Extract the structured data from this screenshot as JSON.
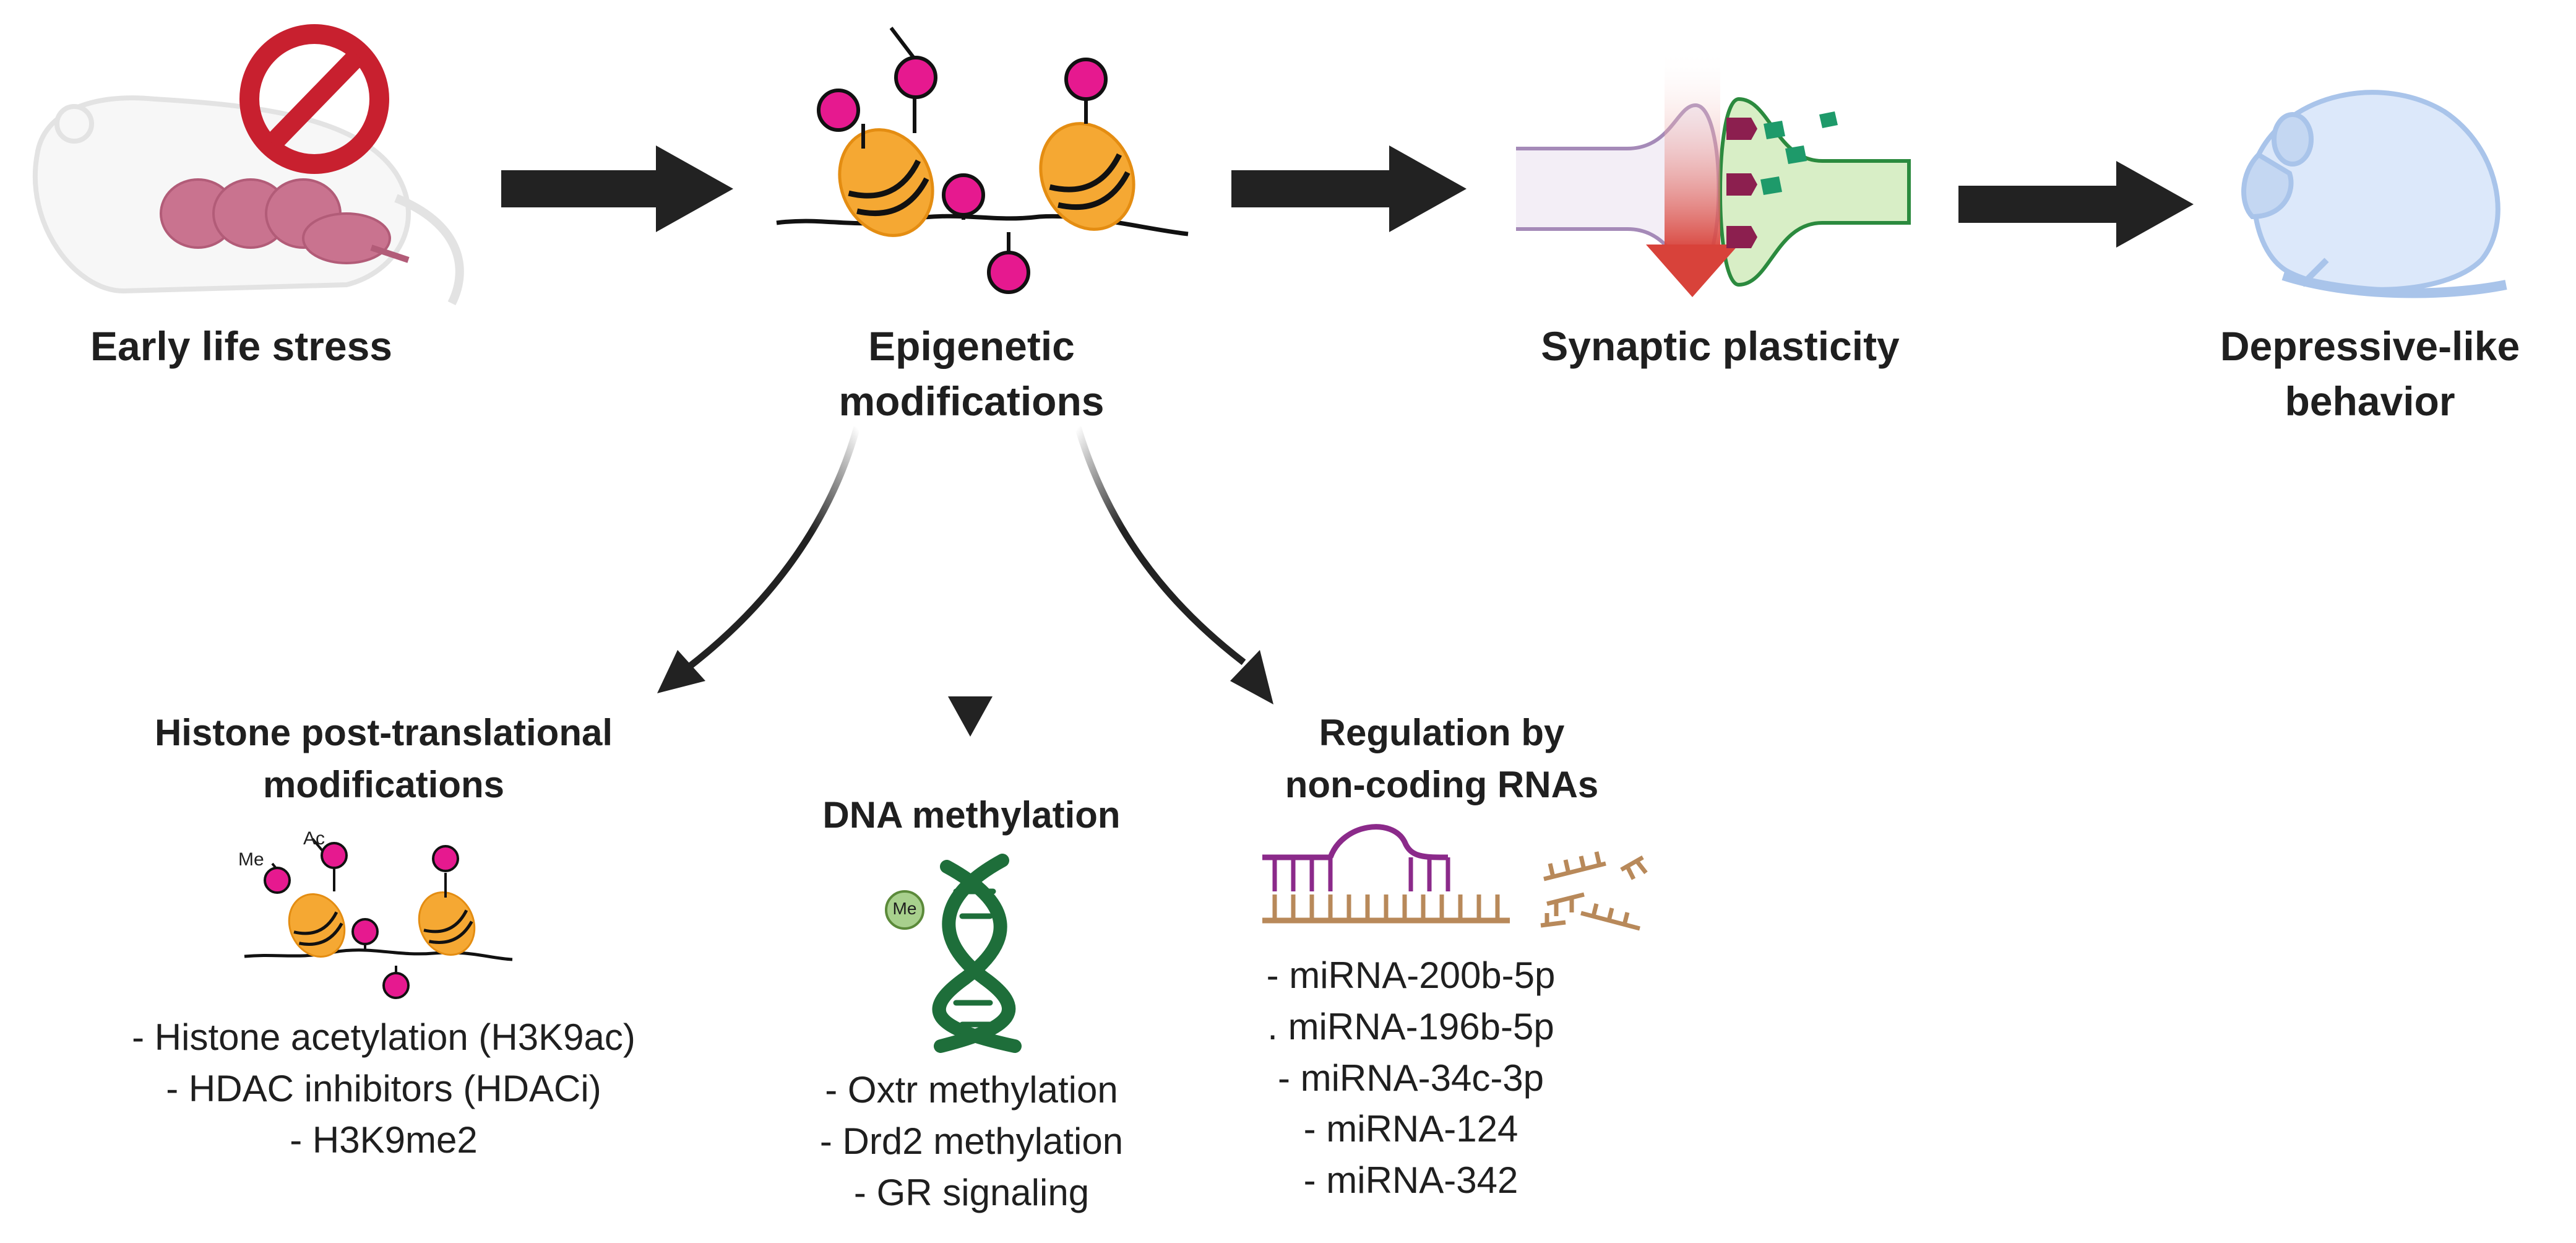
{
  "stages": [
    {
      "label": "Early life stress"
    },
    {
      "label": "Epigenetic modifications"
    },
    {
      "label": "Synaptic plasticity"
    },
    {
      "label_line1": "Depressive-like",
      "label_line2": "behavior"
    }
  ],
  "mechanisms": {
    "histone": {
      "title_line1": "Histone post-translational",
      "title_line2": "modifications",
      "marks": {
        "me": "Me",
        "ac": "Ac"
      },
      "items": [
        "- Histone acetylation (H3K9ac)",
        "- HDAC inhibitors (HDACi)",
        "- H3K9me2"
      ]
    },
    "dna": {
      "title": "DNA methylation",
      "mark": "Me",
      "items": [
        "- Oxtr methylation",
        "- Drd2 methylation",
        "- GR signaling"
      ]
    },
    "ncrna": {
      "title_line1": "Regulation by",
      "title_line2": "non-coding RNAs",
      "items": [
        "- miRNA-200b-5p",
        ". miRNA-196b-5p",
        "- miRNA-34c-3p",
        "- miRNA-124",
        "- miRNA-342"
      ]
    }
  },
  "colors": {
    "arrow": "#222222",
    "histone_orange": "#f5a833",
    "methyl_pink": "#e6198f",
    "dna_green": "#1e6e3a",
    "rna_purple": "#8b2a8a",
    "rna_tan": "#b8895a",
    "mouse_blue": "#a9c4ea",
    "pup_pink": "#c9738f",
    "no_red": "#c8202f"
  }
}
